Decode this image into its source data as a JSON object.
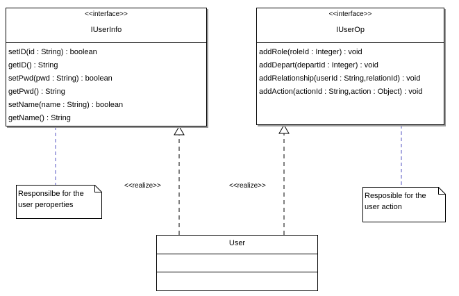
{
  "iuserinfo": {
    "stereotype": "<<interface>>",
    "name": "IUserInfo",
    "operations": [
      "setID(id : String) : boolean",
      "getID() : String",
      "setPwd(pwd : String) : boolean",
      "getPwd() : String",
      "setName(name : String) : boolean",
      "getName() : String"
    ]
  },
  "iuserop": {
    "stereotype": "<<interface>>",
    "name": "IUserOp",
    "operations": [
      "addRole(roleId : Integer) : void",
      "addDepart(departId : Integer) : void",
      "addRelationship(userId : String,relationId) : void",
      "addAction(actionId : String,action : Object) : void"
    ]
  },
  "user": {
    "name": "User"
  },
  "realize_labels": [
    "<<realize>>",
    "<<realize>>"
  ],
  "notes": {
    "userinfo_note": [
      "Responsilbe for the",
      "user peroperties"
    ],
    "userop_note": [
      "Resposible for the",
      "user action"
    ]
  },
  "colors": {
    "note_link": "#5050c0",
    "shadow": "#9a9a9a"
  }
}
